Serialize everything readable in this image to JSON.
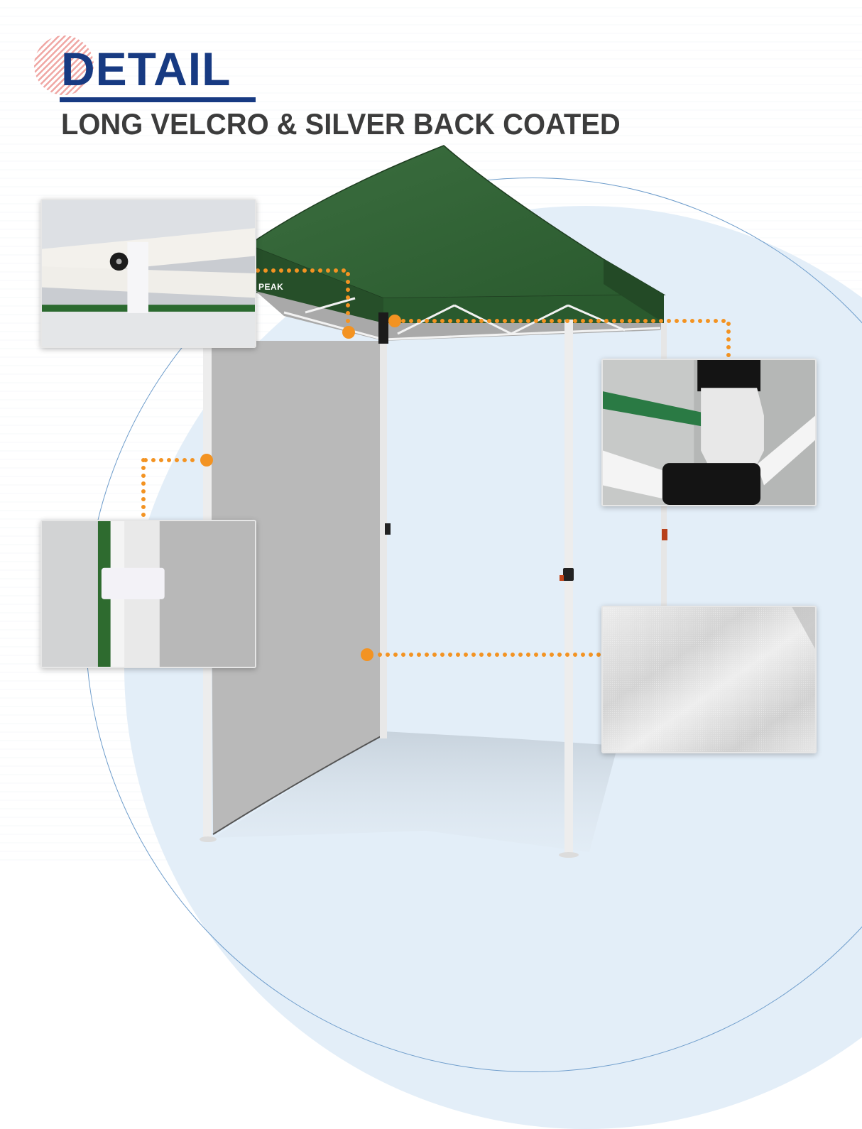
{
  "header": {
    "title": "DETAIL",
    "subtitle": "LONG VELCRO & SILVER BACK COATED"
  },
  "product": {
    "brand_label": "PEAK",
    "canopy_color": "#2b5a2d",
    "sidewall_color": "#b9b9b9",
    "frame_color": "#f2f2f2"
  },
  "callouts": [
    {
      "name": "velcro-frame-strap-detail",
      "position": "top-left"
    },
    {
      "name": "corner-leg-bracket-detail",
      "position": "right-middle"
    },
    {
      "name": "velcro-leg-loop-detail",
      "position": "left-middle"
    },
    {
      "name": "silver-back-coating-texture-detail",
      "position": "bottom-right"
    }
  ],
  "colors": {
    "title": "#173a82",
    "subtitle": "#3c3c3c",
    "accent_dots": "#f39322",
    "background_circle": "#e3eef8",
    "ring": "#6d9ccb",
    "deco_stripe": "#f0a7a4"
  }
}
